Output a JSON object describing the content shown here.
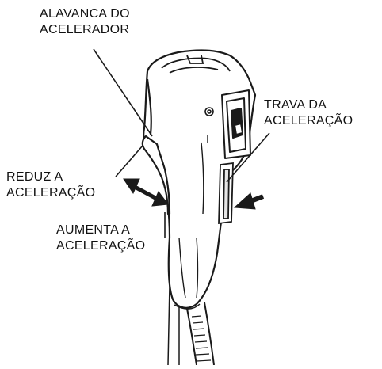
{
  "labels": {
    "throttle_lever": [
      "ALAVANCA DO",
      "ACELERADOR"
    ],
    "throttle_lock": [
      "TRAVA DA",
      "ACELERAÇÃO"
    ],
    "reduce_throttle": [
      "REDUZ A",
      "ACELERAÇÃO"
    ],
    "increase_throttle": [
      "AUMENTA A",
      "ACELERAÇÃO"
    ]
  },
  "colors": {
    "line": "#1a1a1a",
    "fill": "#ffffff",
    "text": "#111111"
  }
}
